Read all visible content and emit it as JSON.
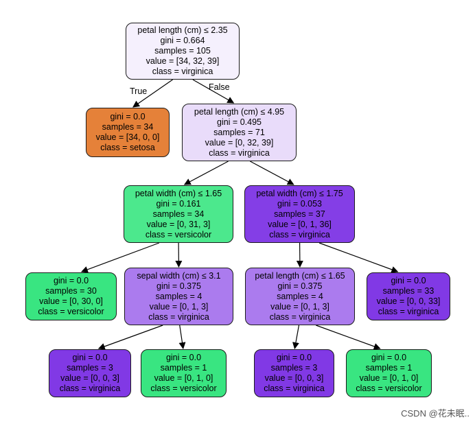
{
  "nodes": [
    {
      "lines": [
        "petal length (cm) ≤ 2.35",
        "gini = 0.664",
        "samples = 105",
        "value = [34, 32, 39]",
        "class = virginica"
      ],
      "fill": "#f5f0fd"
    },
    {
      "lines": [
        "gini = 0.0",
        "samples = 34",
        "value = [34, 0, 0]",
        "class = setosa"
      ],
      "fill": "#e58139"
    },
    {
      "lines": [
        "petal length (cm) ≤ 4.95",
        "gini = 0.495",
        "samples = 71",
        "value = [0, 32, 39]",
        "class = virginica"
      ],
      "fill": "#e9dcfa"
    },
    {
      "lines": [
        "petal width (cm) ≤ 1.65",
        "gini = 0.161",
        "samples = 34",
        "value = [0, 31, 3]",
        "class = versicolor"
      ],
      "fill": "#4ce88d"
    },
    {
      "lines": [
        "petal width (cm) ≤ 1.75",
        "gini = 0.053",
        "samples = 37",
        "value = [0, 1, 36]",
        "class = virginica"
      ],
      "fill": "#843ee6"
    },
    {
      "lines": [
        "gini = 0.0",
        "samples = 30",
        "value = [0, 30, 0]",
        "class = versicolor"
      ],
      "fill": "#39e581"
    },
    {
      "lines": [
        "sepal width (cm) ≤ 3.1",
        "gini = 0.375",
        "samples = 4",
        "value = [0, 1, 3]",
        "class = virginica"
      ],
      "fill": "#ab7bee"
    },
    {
      "lines": [
        "petal length (cm) ≤ 1.65",
        "gini = 0.375",
        "samples = 4",
        "value = [0, 1, 3]",
        "class = virginica"
      ],
      "fill": "#ab7bee"
    },
    {
      "lines": [
        "gini = 0.0",
        "samples = 33",
        "value = [0, 0, 33]",
        "class = virginica"
      ],
      "fill": "#8139e5"
    },
    {
      "lines": [
        "gini = 0.0",
        "samples = 3",
        "value = [0, 0, 3]",
        "class = virginica"
      ],
      "fill": "#8139e5"
    },
    {
      "lines": [
        "gini = 0.0",
        "samples = 1",
        "value = [0, 1, 0]",
        "class = versicolor"
      ],
      "fill": "#39e581"
    },
    {
      "lines": [
        "gini = 0.0",
        "samples = 3",
        "value = [0, 0, 3]",
        "class = virginica"
      ],
      "fill": "#8139e5"
    },
    {
      "lines": [
        "gini = 0.0",
        "samples = 1",
        "value = [0, 1, 0]",
        "class = versicolor"
      ],
      "fill": "#39e581"
    }
  ],
  "edges": [
    {
      "from": 0,
      "to": 1,
      "label": "True"
    },
    {
      "from": 0,
      "to": 2,
      "label": "False"
    },
    {
      "from": 2,
      "to": 3
    },
    {
      "from": 2,
      "to": 4
    },
    {
      "from": 3,
      "to": 5
    },
    {
      "from": 3,
      "to": 6
    },
    {
      "from": 4,
      "to": 7
    },
    {
      "from": 4,
      "to": 8
    },
    {
      "from": 6,
      "to": 9
    },
    {
      "from": 6,
      "to": 10
    },
    {
      "from": 7,
      "to": 11
    },
    {
      "from": 7,
      "to": 12
    }
  ],
  "watermark": "CSDN @花未眠.."
}
